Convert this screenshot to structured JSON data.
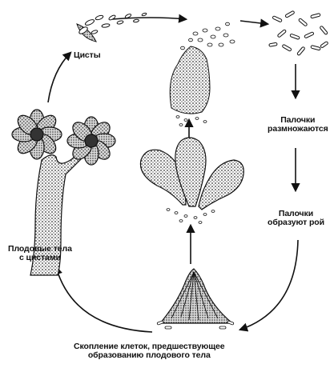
{
  "labels": {
    "cysts": "Цисты",
    "rods_multiply": {
      "line1": "Палочки",
      "line2": "размножаются"
    },
    "rods_swarm": {
      "line1": "Палочки",
      "line2": "образуют рой"
    },
    "fruiting_bodies": {
      "line1": "Плодовые тела",
      "line2": "с цистами"
    },
    "aggregation": {
      "line1": "Скопление клеток, предшествующее",
      "line2": "образованию плодового тела"
    }
  },
  "colors": {
    "ink": "#111111",
    "background": "#ffffff",
    "shade": "#8a8a8a"
  }
}
